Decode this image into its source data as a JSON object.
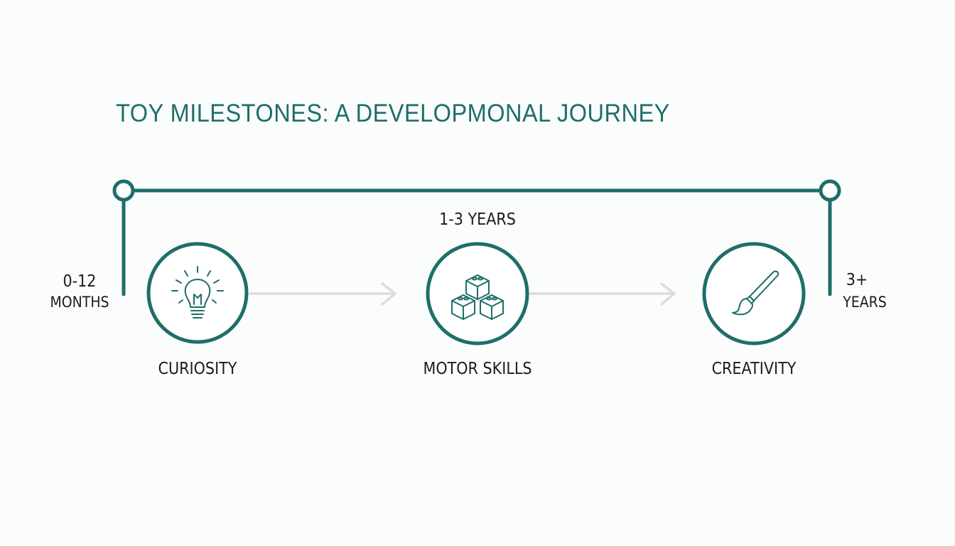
{
  "title": "TOY MILESTONES: A DEVELOPMONAL JOURNEY",
  "colors": {
    "accent": "#1e6e69",
    "arrow": "#dcdcdc",
    "text": "#1c1c1c",
    "background": "#fbfcfc"
  },
  "timeline": {
    "start": {
      "line1": "0-12",
      "line2": "MONTHS"
    },
    "middle": {
      "label": "1-3 YEARS"
    },
    "end": {
      "line1": "3+",
      "line2": "YEARS"
    }
  },
  "stages": [
    {
      "label": "CURIOSITY",
      "icon": "lightbulb-icon"
    },
    {
      "label": "MOTOR SKILLS",
      "icon": "building-blocks-icon"
    },
    {
      "label": "CREATIVITY",
      "icon": "paintbrush-icon"
    }
  ]
}
